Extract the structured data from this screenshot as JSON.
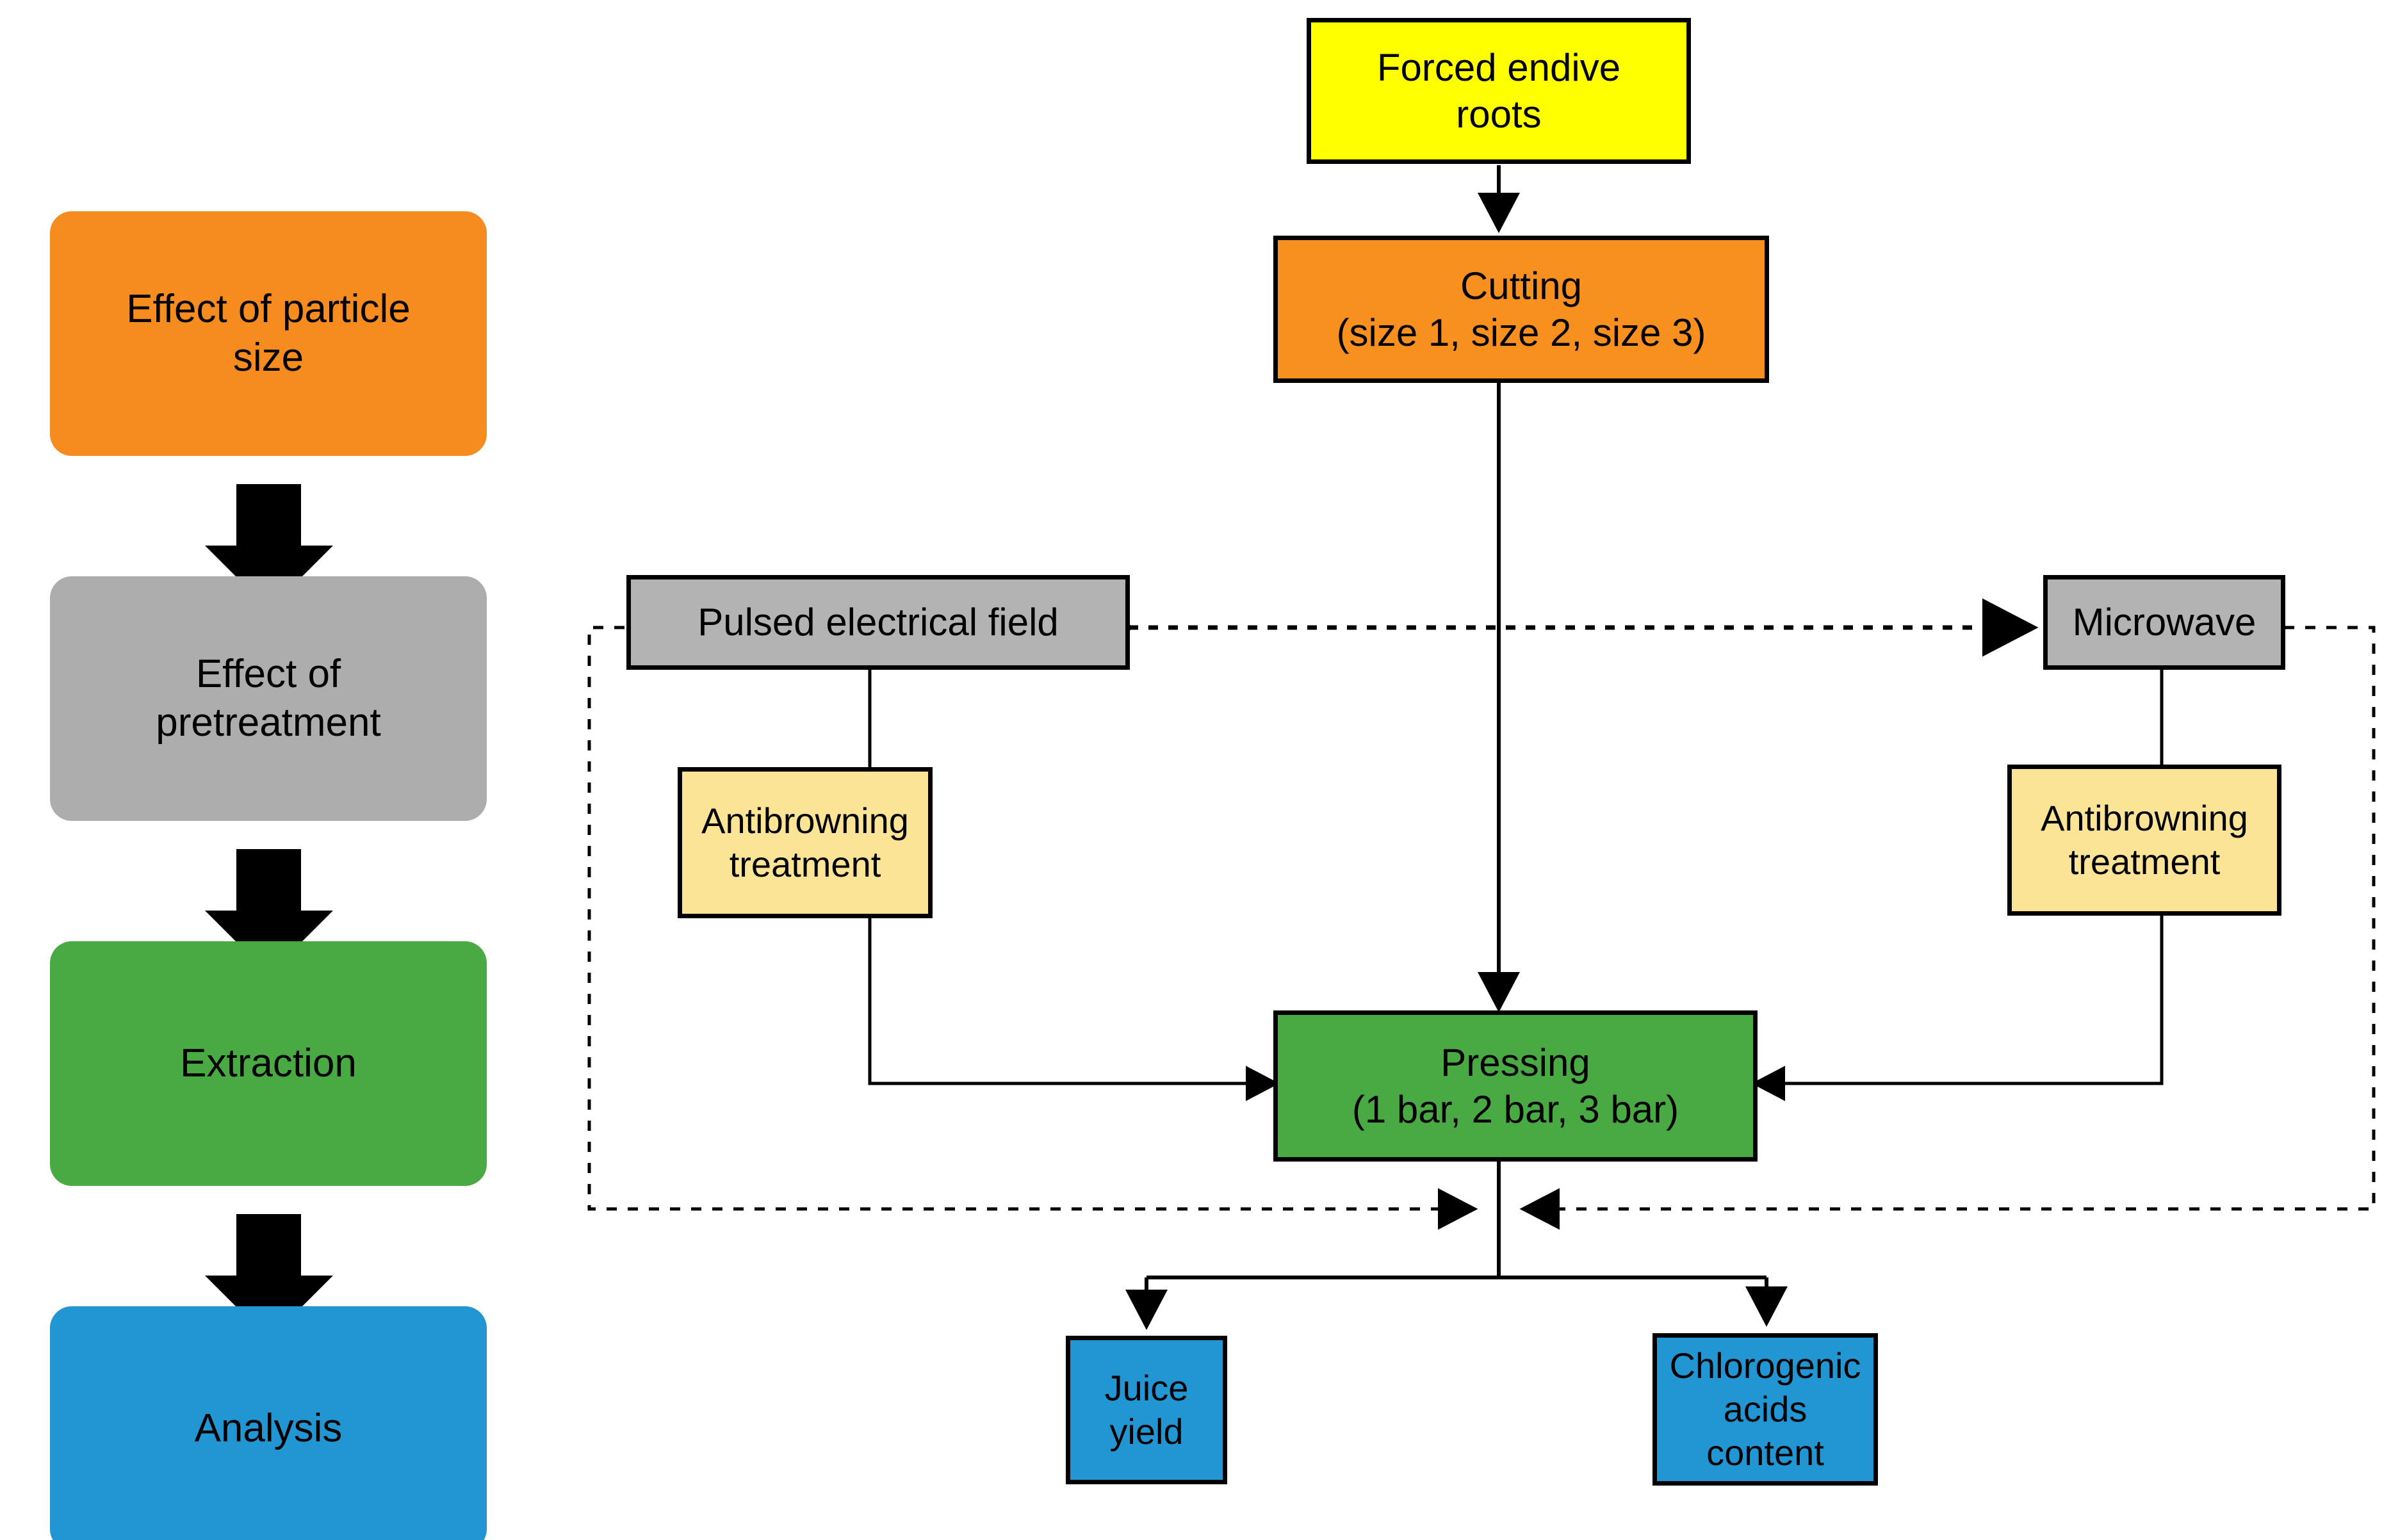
{
  "diagram": {
    "title": "Forced endive root juice processing flowchart",
    "colors": {
      "orange": "#F68B1F",
      "gray": "#ADADAD",
      "green": "#49A942",
      "blue": "#2196D3",
      "yellow": "#FFFF00",
      "cream": "#FCE497",
      "box_border": "#000000",
      "background": "#FFFFFF"
    }
  },
  "left_column": {
    "steps": [
      {
        "label": "Effect of particle\nsize",
        "color": "orange"
      },
      {
        "label": "Effect of\npretreatment",
        "color": "gray"
      },
      {
        "label": "Extraction",
        "color": "green"
      },
      {
        "label": "Analysis",
        "color": "blue"
      }
    ],
    "arrow_count": 3,
    "arrow_direction": "down"
  },
  "flow": {
    "nodes": {
      "raw_material": {
        "label": "Forced endive\nroots",
        "color": "yellow"
      },
      "cutting": {
        "label": "Cutting\n(size 1, size 2, size 3)",
        "color": "orange"
      },
      "pef": {
        "label": "Pulsed electrical field",
        "color": "gray"
      },
      "microwave": {
        "label": "Microwave",
        "color": "gray"
      },
      "antibrowning_left": {
        "label": "Antibrowning\ntreatment",
        "color": "cream"
      },
      "antibrowning_right": {
        "label": "Antibrowning\ntreatment",
        "color": "cream"
      },
      "pressing": {
        "label": "Pressing\n(1 bar, 2 bar, 3 bar)",
        "color": "green"
      },
      "juice_yield": {
        "label": "Juice\nyield",
        "color": "blue"
      },
      "chlorogenic": {
        "label": "Chlorogenic acids\ncontent",
        "color": "blue"
      }
    },
    "edges": [
      {
        "from": "raw_material",
        "to": "cutting",
        "style": "solid",
        "arrow": "single"
      },
      {
        "from": "cutting",
        "to": "pressing",
        "style": "solid",
        "arrow": "single"
      },
      {
        "from": "pef",
        "to": "microwave",
        "style": "dashed",
        "arrow": "double"
      },
      {
        "from": "pef",
        "to": "antibrowning_left",
        "style": "solid",
        "arrow": "none"
      },
      {
        "from": "antibrowning_left",
        "to": "pressing",
        "style": "solid",
        "arrow": "single"
      },
      {
        "from": "microwave",
        "to": "antibrowning_right",
        "style": "solid",
        "arrow": "none"
      },
      {
        "from": "antibrowning_right",
        "to": "pressing",
        "style": "solid",
        "arrow": "single"
      },
      {
        "from": "pressing",
        "to": "juice_yield",
        "style": "solid",
        "arrow": "single"
      },
      {
        "from": "pressing",
        "to": "chlorogenic",
        "style": "solid",
        "arrow": "single"
      },
      {
        "from": "pef",
        "to": "pressing_outlet",
        "style": "dashed",
        "arrow": "single",
        "note": "dashed loop left"
      },
      {
        "from": "microwave",
        "to": "pressing_outlet",
        "style": "dashed",
        "arrow": "single",
        "note": "dashed loop right"
      }
    ]
  }
}
